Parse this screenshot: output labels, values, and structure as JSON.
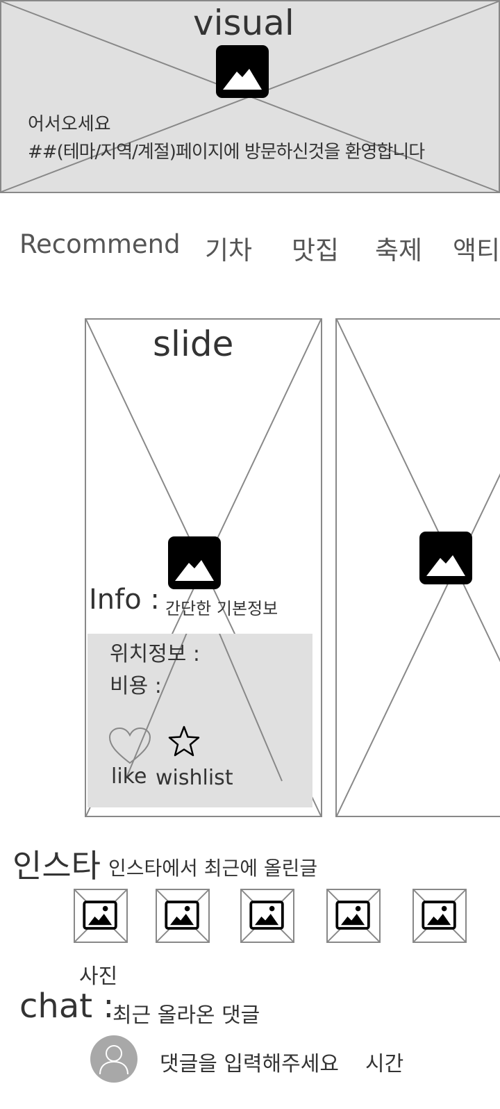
{
  "visual": {
    "title": "visual",
    "greeting": "어서오세요",
    "welcome": "##(테마/지역/계절)페이지에 방문하신것을 환영합니다"
  },
  "tabs": [
    "Recommend",
    "기차",
    "맛집",
    "축제",
    "액티"
  ],
  "slide": {
    "title": "slide",
    "info_label": "Info :",
    "info_desc": "간단한 기본정보",
    "location_label": "위치정보 :",
    "cost_label": "비용 :",
    "like_label": "like",
    "wishlist_label": "wishlist"
  },
  "insta": {
    "title": "인스타",
    "desc": "인스타에서 최근에 올린글",
    "photo_label": "사진",
    "photo_count": 5
  },
  "chat": {
    "title": "chat :",
    "desc": "최근 올라온 댓글",
    "comment_placeholder": "댓글을 입력해주세요",
    "time_label": "시간"
  },
  "icons": {
    "image": "image-icon",
    "heart": "heart-icon",
    "star": "star-icon",
    "avatar": "user-avatar-icon"
  },
  "colors": {
    "placeholder_grey": "#e0e0e0",
    "stroke": "#888888",
    "text": "#333333"
  }
}
